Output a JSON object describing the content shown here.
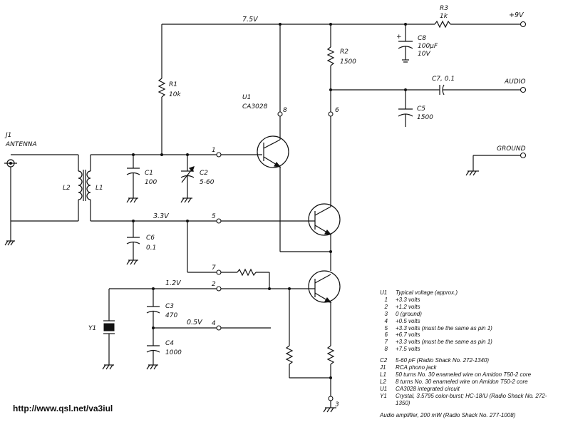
{
  "labels": {
    "rail": "7.5V",
    "r3": "R3",
    "r3v": "1k",
    "v9": "+9V",
    "c8": "C8",
    "c8v": "100µF",
    "c8v2": "10V",
    "c8plus": "+",
    "r2": "R2",
    "r2v": "1500",
    "r1": "R1",
    "r1v": "10k",
    "u1": "U1",
    "u1v": "CA3028",
    "c7": "C7, 0.1",
    "audio": "AUDIO",
    "c5": "C5",
    "c5v": "1500",
    "ground": "GROUND",
    "j1": "J1",
    "ant": "ANTENNA",
    "l2": "L2",
    "l1": "L1",
    "c1": "C1",
    "c1v": "100",
    "c2": "C2",
    "c2v": "5-60",
    "n33": "3.3V",
    "c6": "C6",
    "c6v": "0.1",
    "n12": "1.2V",
    "c3": "C3",
    "c3v": "470",
    "y1": "Y1",
    "n05": "0.5V",
    "c4": "C4",
    "c4v": "1000",
    "p1": "1",
    "p5": "5",
    "p7": "7",
    "p2": "2",
    "p4": "4",
    "p8": "8",
    "p6": "6",
    "p3": "3"
  },
  "notes": {
    "u1_key": "U1",
    "u1_head": "Typical voltage (approx.)",
    "pins": [
      {
        "pin": "1",
        "text": "+3.3 volts"
      },
      {
        "pin": "2",
        "text": "+1.2 volts"
      },
      {
        "pin": "3",
        "text": "0 (ground)"
      },
      {
        "pin": "4",
        "text": "+0.5 volts"
      },
      {
        "pin": "5",
        "text": "+3.3 volts (must be the same as pin 1)"
      },
      {
        "pin": "6",
        "text": "+6.7 volts"
      },
      {
        "pin": "7",
        "text": "+3.3 volts (must be the same as pin 1)"
      },
      {
        "pin": "8",
        "text": "+7.5 volts"
      }
    ],
    "parts": [
      {
        "ref": "C2",
        "text": "5-60 pF (Radio Shack No. 272-1340)"
      },
      {
        "ref": "J1",
        "text": "RCA phono jack"
      },
      {
        "ref": "L1",
        "text": "50 turns No. 30 enameled wire on Amidon T50-2 core"
      },
      {
        "ref": "L2",
        "text": "8 turns No. 30 enameled wire on Amidon T50-2 core"
      },
      {
        "ref": "U1",
        "text": "CA3028 integrated circuit"
      },
      {
        "ref": "Y1",
        "text": "Crystal, 3.5795 color-burst; HC-18/U (Radio Shack No. 272-1350)"
      }
    ],
    "amp": "Audio amplifier, 200 mW (Radio Shack No. 277-1008)"
  },
  "url": "http://www.qsl.net/va3iul"
}
